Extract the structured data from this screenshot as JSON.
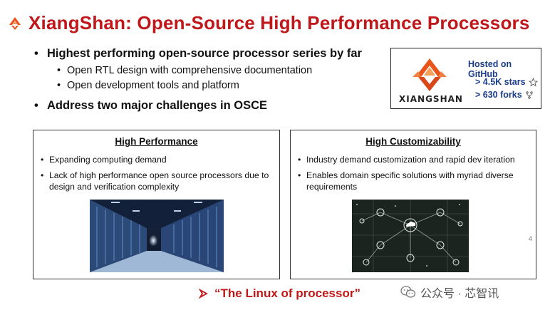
{
  "title": "XiangShan: Open-Source High Performance Processors",
  "colors": {
    "title": "#c0171a",
    "accent_blue": "#1a3c8a",
    "logo_orange": "#e8541a"
  },
  "bullets": [
    {
      "text": "Highest performing open-source processor series by far",
      "sub": [
        "Open RTL design with comprehensive documentation",
        "Open development tools and platform"
      ]
    },
    {
      "text": "Address two major challenges in OSCE",
      "sub": []
    }
  ],
  "github": {
    "wordmark": "XIANGSHAN",
    "hosted": "Hosted on GitHub",
    "stars": "> 4.5K stars",
    "forks": "> 630 forks",
    "icons": [
      "star-icon",
      "fork-icon"
    ]
  },
  "panels": {
    "left": {
      "title": "High Performance",
      "items": [
        "Expanding computing demand",
        "Lack of high performance open source processors due to design and verification complexity"
      ],
      "image": "server-room-image"
    },
    "right": {
      "title": "High Customizability",
      "items": [
        "Industry demand customization and rapid dev iteration",
        "Enables domain specific solutions with myriad diverse requirements"
      ],
      "image": "network-diagram-image",
      "page_number": "4"
    }
  },
  "bottom_quote": "“The Linux of processor”",
  "watermark": "公众号 · 芯智讯"
}
